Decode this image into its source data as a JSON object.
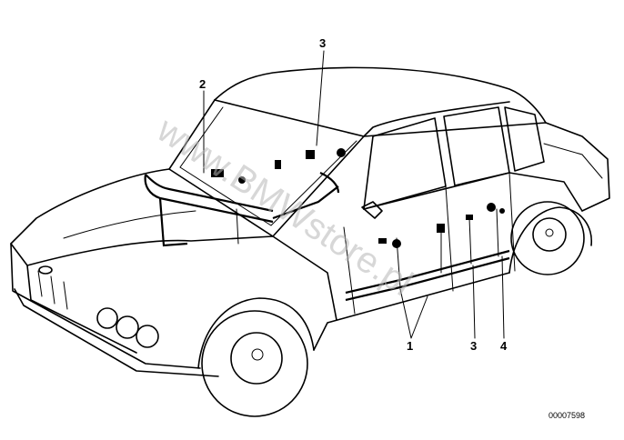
{
  "callouts": [
    {
      "id": "callout-2",
      "label": "2"
    },
    {
      "id": "callout-3-top",
      "label": "3"
    },
    {
      "id": "callout-1",
      "label": "1"
    },
    {
      "id": "callout-3-bottom",
      "label": "3"
    },
    {
      "id": "callout-4",
      "label": "4"
    }
  ],
  "watermark": "www.BMWstore.pl",
  "reference_number": "00007598"
}
